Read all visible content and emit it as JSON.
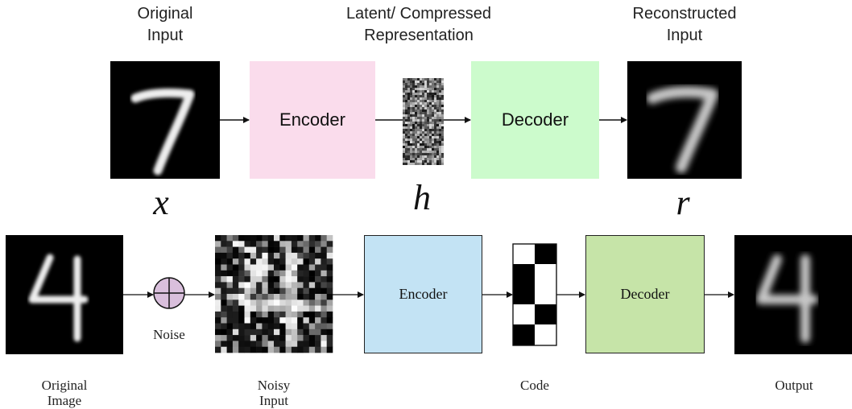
{
  "top": {
    "input_label": "Original\nInput",
    "latent_label": "Latent/ Compressed\nRepresentation",
    "output_label": "Reconstructed\nInput",
    "encoder_label": "Encoder",
    "decoder_label": "Decoder",
    "var_x": "x",
    "var_h": "h",
    "var_r": "r",
    "colors": {
      "encoder": "#fadcec",
      "decoder": "#ccfbcc"
    }
  },
  "bottom": {
    "input_label": "Original\nImage",
    "noise_label": "Noise",
    "noisy_label": "Noisy\nInput",
    "encoder_label": "Encoder",
    "code_label": "Code",
    "decoder_label": "Decoder",
    "output_label": "Output",
    "colors": {
      "encoder": "#c3e3f4",
      "decoder": "#c6e4a8",
      "noise_node": "#d9bfdc"
    }
  },
  "icons": [
    "digit-seven-image",
    "digit-four-image",
    "plus-circle-icon",
    "arrow-icon"
  ]
}
